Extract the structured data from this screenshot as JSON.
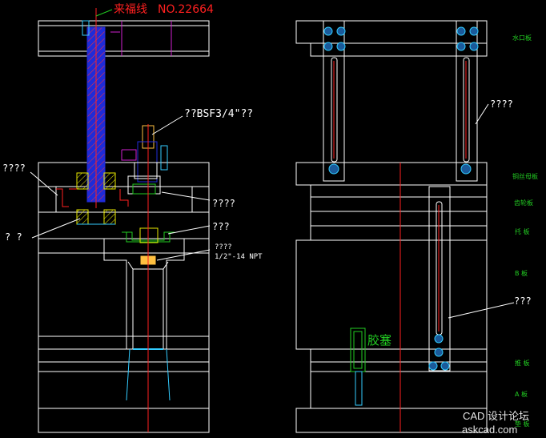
{
  "colors": {
    "background": "#000000",
    "outline": "#ffffff",
    "red": "#ff2020",
    "blue": "#1f2bd8",
    "cyan": "#33ccff",
    "green": "#22cc22",
    "yellow": "#e8e800",
    "magenta": "#d020d0",
    "orange": "#ffc040"
  },
  "left_view": {
    "title_cn": "来福线",
    "title_no": "NO.22664",
    "label_bsf": "??BSF3/4\"??",
    "label_left_top": "????",
    "label_left_mid": "? ?",
    "label_right_1": "????",
    "label_right_2": "???",
    "label_npt_1": "????",
    "label_npt_2": "1/2\"-14 NPT"
  },
  "right_view": {
    "label_nozzle_plate": "水口板",
    "label_slot_top": "????",
    "label_nut_plate": "铜丝母板",
    "label_gear_plate": "齿轮板",
    "label_support_plate": "托 板",
    "label_b_plate": "B 板",
    "label_slot_b": "???",
    "label_rubber_plug": "胶塞",
    "label_push_plate": "推 板",
    "label_a_plate": "A 板",
    "label_bottom_right": "垫 板"
  },
  "watermark": {
    "line1": "CAD 设计论坛",
    "line2": "askcad.com"
  }
}
